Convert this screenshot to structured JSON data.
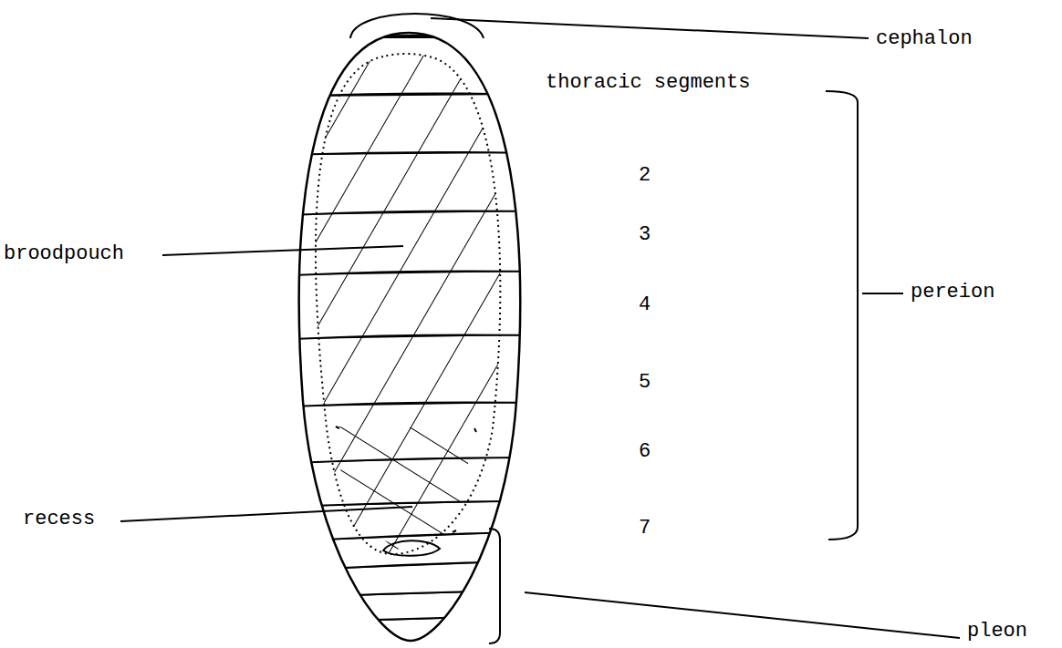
{
  "diagram": {
    "labels": [
      "cephalon",
      "thoracic segments",
      "2",
      "3",
      "4",
      "5",
      "6",
      "7",
      "broodpouch",
      "recess",
      "pereion",
      "pleon"
    ]
  }
}
